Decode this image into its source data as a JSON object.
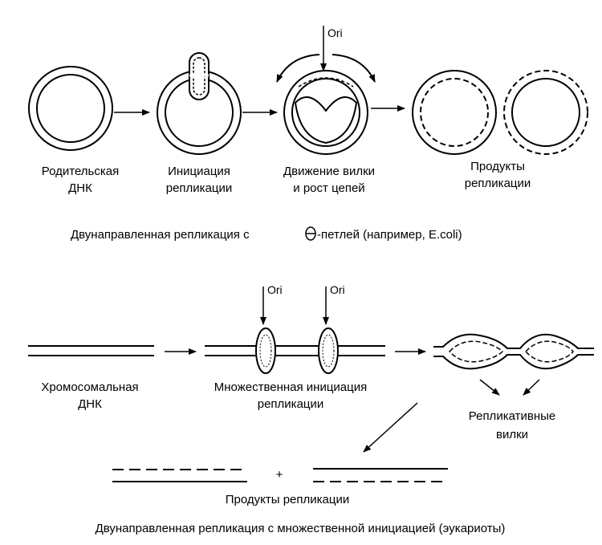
{
  "theta": {
    "ori": "Ori",
    "parental": [
      "Родительская",
      "ДНК"
    ],
    "initiation": [
      "Инициация",
      "репликации"
    ],
    "fork": [
      "Движение вилки",
      "и рост цепей"
    ],
    "products": [
      "Продукты",
      "репликации"
    ],
    "caption_a": "Двунаправленная репликация с",
    "caption_b": "-петлей (например, E.coli)"
  },
  "linear": {
    "ori1": "Ori",
    "ori2": "Ori",
    "chromosomal": [
      "Хромосомальная",
      "ДНК"
    ],
    "multiple": [
      "Множественная инициация",
      "репликации"
    ],
    "forks": [
      "Репликативные",
      "вилки"
    ],
    "plus": "+",
    "products": "Продукты репликации",
    "caption": "Двунаправленная репликация с множественной инициацией (эукариоты)"
  }
}
